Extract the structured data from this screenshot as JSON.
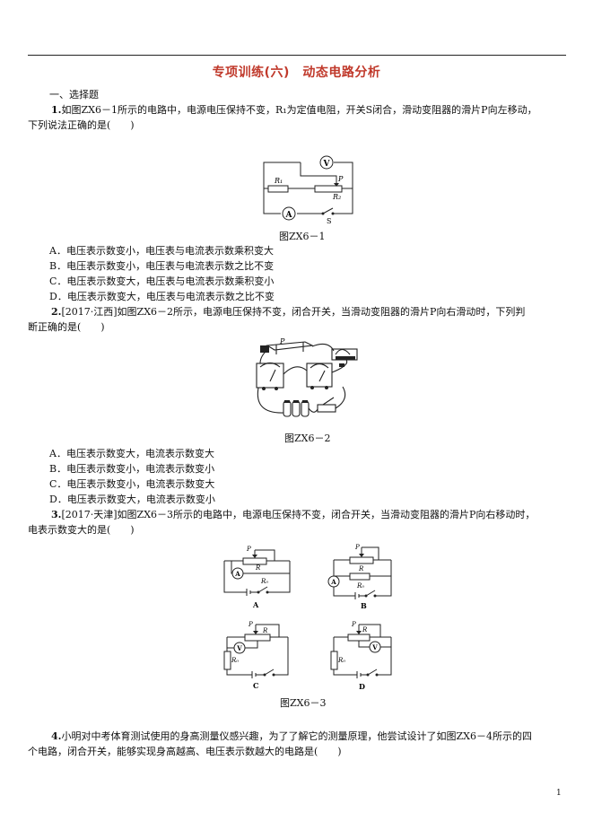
{
  "title": "专项训练(六)　动态电路分析",
  "section": "一、选择题",
  "q1": {
    "num": "1.",
    "line1": "如图ZX6－1所示的电路中，电源电压保持不变，R₁为定值电阻，开关S闭合，滑动变阻器的滑片P向左移动，",
    "line2": "下列说法正确的是(　　)",
    "figure": "图ZX6－1",
    "options": [
      "A．电压表示数变小，电压表与电流表示数乘积变大",
      "B．电压表示数变小，电压表与电流表示数之比不变",
      "C．电压表示数变大，电压表与电流表示数乘积变小",
      "D．电压表示数变大，电压表与电流表示数之比不变"
    ],
    "labels": {
      "v": "V",
      "a": "A",
      "r1": "R₁",
      "r2": "R₂",
      "p": "P",
      "s": "S"
    }
  },
  "q2": {
    "num": "2.",
    "line1": "[2017·江西]如图ZX6－2所示，电源电压保持不变，闭合开关，当滑动变阻器的滑片P向右滑动时，下列判",
    "line2": "断正确的是(　　)",
    "figure": "图ZX6－2",
    "options": [
      "A．电压表示数变大，电流表示数变大",
      "B．电压表示数变小，电流表示数变小",
      "C．电压表示数变小，电流表示数变大",
      "D．电压表示数变大，电流表示数变小"
    ],
    "labels": {
      "p": "P"
    }
  },
  "q3": {
    "num": "3.",
    "line1": "[2017·天津]如图ZX6－3所示的电路中，电源电压保持不变，闭合开关，当滑动变阻器的滑片P向右移动时，",
    "line2": "电表示数变大的是(　　)",
    "figure": "图ZX6－3",
    "circuit_labels": [
      "A",
      "B",
      "C",
      "D"
    ],
    "labels": {
      "v": "V",
      "a": "A",
      "r": "R",
      "r0": "R₀",
      "p": "P"
    }
  },
  "q4": {
    "num": "4.",
    "line1": "小明对中考体育测试使用的身高测量仪感兴趣，为了了解它的测量原理，他尝试设计了如图ZX6－4所示的四",
    "line2": "个电路，闭合开关，能够实现身高越高、电压表示数越大的电路是(　　)"
  },
  "page_number": "1"
}
